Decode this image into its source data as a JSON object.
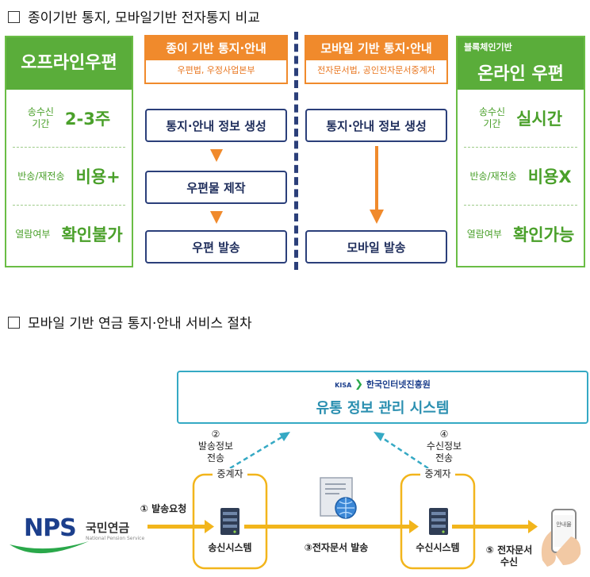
{
  "heading1": "종이기반 통지, 모바일기반 전자통지 비교",
  "offline": {
    "title": "오프라인우편",
    "rows": [
      {
        "label": "송수신\n기간",
        "value": "2-3주"
      },
      {
        "label": "반송/재전송",
        "value": "비용+"
      },
      {
        "label": "열람여부",
        "value": "확인불가"
      }
    ]
  },
  "paper": {
    "title": "종이 기반 통지·안내",
    "subtitle": "우편법, 우정사업본부",
    "steps": [
      "통지·안내 정보 생성",
      "우편물 제작",
      "우편 발송"
    ]
  },
  "mobile": {
    "title": "모바일 기반 통지·안내",
    "subtitle": "전자문서법, 공인전자문서중계자",
    "steps": [
      "통지·안내 정보 생성",
      "모바일 발송"
    ]
  },
  "online": {
    "tag": "블록체인기반",
    "title": "온라인 우편",
    "rows": [
      {
        "label": "송수신\n기간",
        "value": "실시간"
      },
      {
        "label": "반송/재전송",
        "value": "비용X"
      },
      {
        "label": "열람여부",
        "value": "확인가능"
      }
    ]
  },
  "heading2": "모바일 기반 연금 통지·안내 서비스 절차",
  "diagram": {
    "kisa_label": "KISA",
    "kisa_name": "한국인터넷진흥원",
    "system": "유통 정보 관리 시스템",
    "nps_logo": "NPS",
    "nps_name": "국민연금",
    "nps_sub": "National Pension Service",
    "relay_left": "중계자",
    "relay_right": "중계자",
    "send_system": "송신시스템",
    "recv_system": "수신시스템",
    "step1": "① 발송요청",
    "step2_num": "②",
    "step2": "발송정보\n전송",
    "step3": "③전자문서 발송",
    "step4_num": "④",
    "step4": "수신정보\n전송",
    "step5": "⑤ 전자문서\n수신",
    "phone_text": "안내물"
  },
  "colors": {
    "green": "#5aad3a",
    "orange": "#f08a2c",
    "navy": "#2b3f7a",
    "teal": "#35a9c4",
    "gold": "#f2b51c",
    "nps_blue": "#1c3f8c"
  }
}
